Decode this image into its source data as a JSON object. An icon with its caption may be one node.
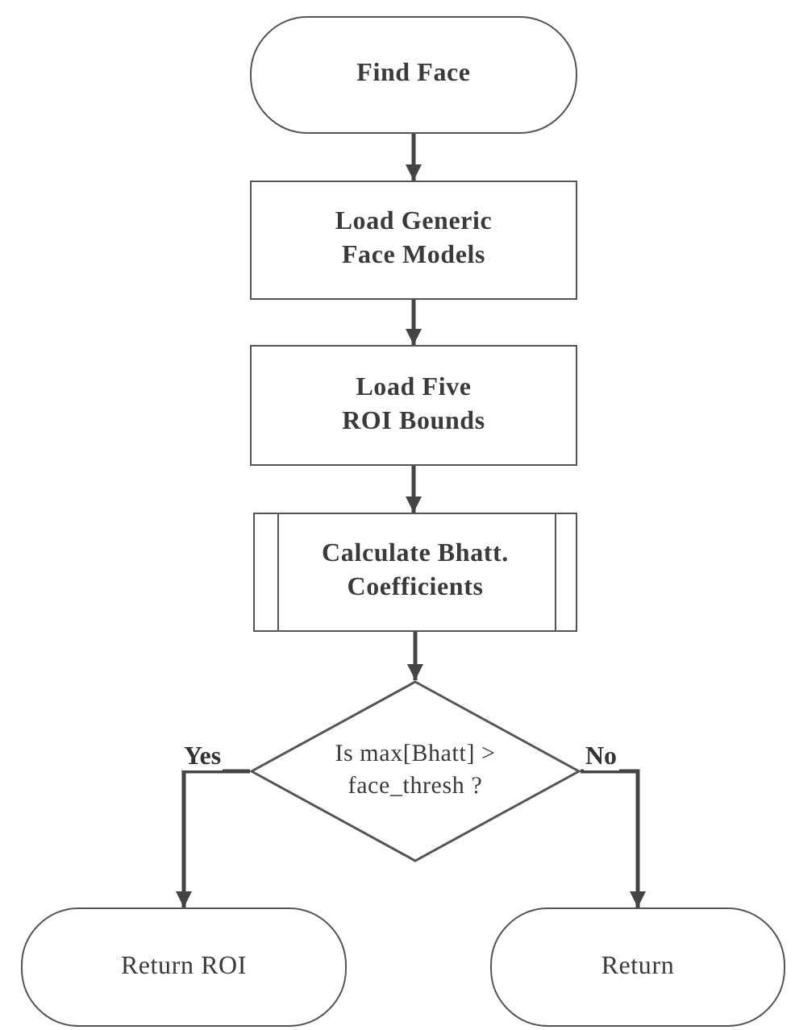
{
  "diagram": {
    "nodes": [
      {
        "text": [
          "Find Face"
        ]
      },
      {
        "text": [
          "Load Generic Face Models"
        ]
      },
      {
        "text": [
          "Load Five ROI Bounds"
        ]
      },
      {
        "text": [
          "Calculate Bhatt. Coefficients"
        ]
      },
      {
        "text": [
          "Is max[Bhatt] > face_thresh ?"
        ]
      },
      {
        "text": [
          "Return ROI"
        ]
      },
      {
        "text": [
          "Return"
        ]
      }
    ],
    "edges": [
      {
        "from": 0,
        "to": 1,
        "arrow": "to"
      },
      {
        "from": 1,
        "to": 2,
        "arrow": "to"
      },
      {
        "from": 2,
        "to": 3,
        "arrow": "to"
      },
      {
        "from": 3,
        "to": 4,
        "arrow": "to"
      },
      {
        "from": 4,
        "to": 5,
        "arrow": "to",
        "label": "Yes"
      },
      {
        "from": 4,
        "to": 6,
        "arrow": "to",
        "label": "No"
      }
    ]
  }
}
